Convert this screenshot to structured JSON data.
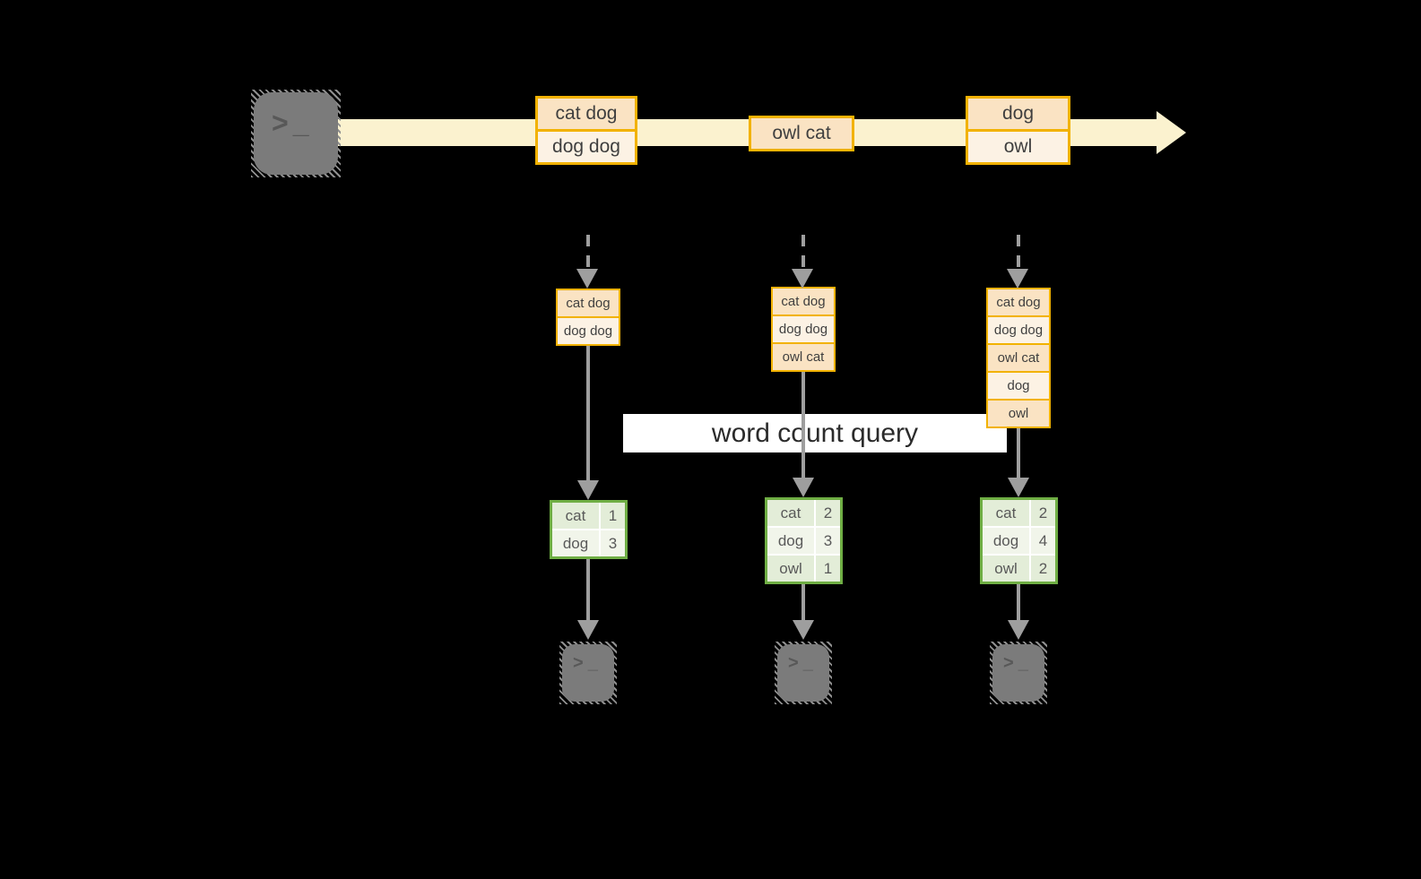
{
  "query_label": "word count query",
  "colors": {
    "stream_arrow_fill": "#FBF2CF",
    "event_box_border": "#F2B200",
    "event_cell_dark": "#FAE3C3",
    "event_cell_light": "#FCF2E4",
    "count_table_border": "#6FAE44",
    "count_cell_dark": "#E3EDD8",
    "count_cell_light": "#F1F5EA",
    "arrow_gray": "#9E9E9E",
    "terminal_gray": "#7B7B7B",
    "background": "#000000"
  },
  "icons": {
    "source_terminal": {
      "name": "terminal-icon",
      "prompt": ">",
      "cursor": "_"
    },
    "sink_terminal": {
      "name": "terminal-icon",
      "prompt": ">",
      "cursor": "_"
    }
  },
  "stream": {
    "events": [
      {
        "rows": [
          "cat dog",
          "dog dog"
        ]
      },
      {
        "rows": [
          "owl cat"
        ]
      },
      {
        "rows": [
          "dog",
          "owl"
        ]
      }
    ]
  },
  "pipelines": [
    {
      "buffer_rows": [
        "cat dog",
        "dog dog"
      ],
      "count_rows": [
        {
          "word": "cat",
          "count": "1"
        },
        {
          "word": "dog",
          "count": "3"
        }
      ]
    },
    {
      "buffer_rows": [
        "cat dog",
        "dog dog",
        "owl cat"
      ],
      "count_rows": [
        {
          "word": "cat",
          "count": "2"
        },
        {
          "word": "dog",
          "count": "3"
        },
        {
          "word": "owl",
          "count": "1"
        }
      ]
    },
    {
      "buffer_rows": [
        "cat dog",
        "dog dog",
        "owl cat",
        "dog",
        "owl"
      ],
      "count_rows": [
        {
          "word": "cat",
          "count": "2"
        },
        {
          "word": "dog",
          "count": "4"
        },
        {
          "word": "owl",
          "count": "2"
        }
      ]
    }
  ]
}
